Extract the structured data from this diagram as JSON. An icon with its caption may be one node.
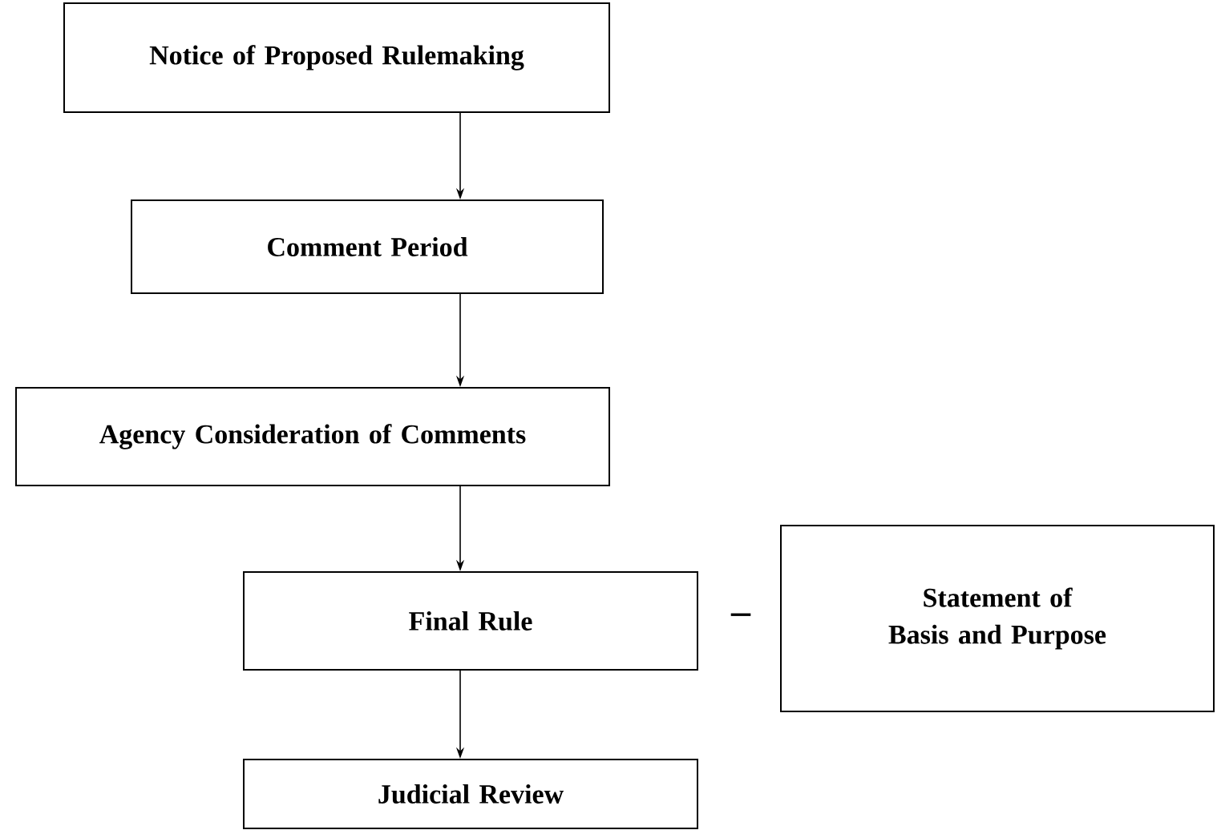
{
  "diagram": {
    "nodes": [
      {
        "text": [
          "Notice of Proposed Rulemaking"
        ]
      },
      {
        "text": [
          "Comment Period"
        ]
      },
      {
        "text": [
          "Agency Consideration of Comments"
        ]
      },
      {
        "text": [
          "Final Rule"
        ]
      },
      {
        "text": [
          "Statement of Basis and Purpose"
        ]
      },
      {
        "text": [
          "Judicial Review"
        ]
      }
    ],
    "edges": [
      {
        "from": 0,
        "to": 1,
        "arrow": "to"
      },
      {
        "from": 1,
        "to": 2,
        "arrow": "to"
      },
      {
        "from": 2,
        "to": 3,
        "arrow": "to"
      },
      {
        "from": 3,
        "to": 5,
        "arrow": "to"
      }
    ],
    "labels": [
      "–"
    ]
  }
}
